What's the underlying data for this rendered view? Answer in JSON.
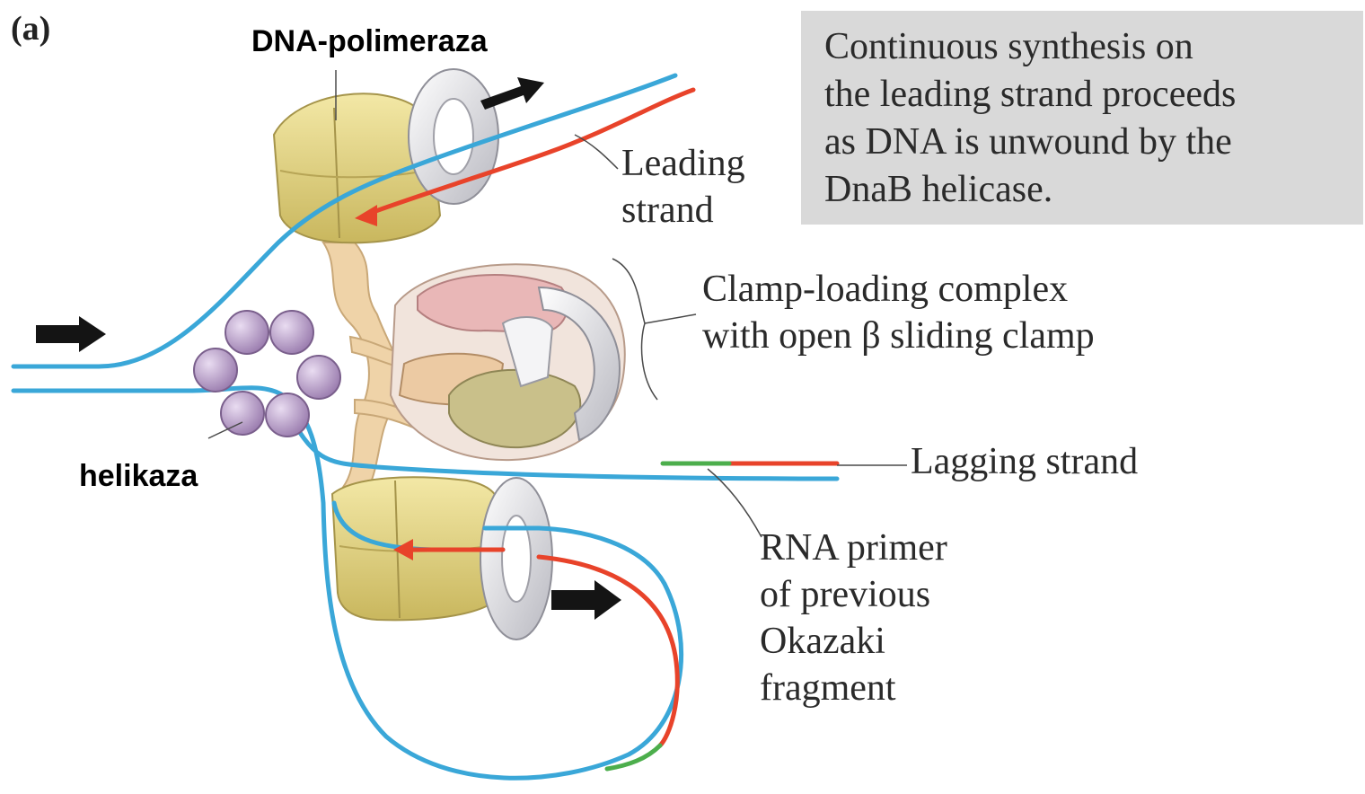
{
  "panel_letter": "(a)",
  "labels": {
    "dna_polymerase": "DNA-polimeraza",
    "helicase": "helikaza",
    "leading_strand": "Leading\nstrand",
    "clamp_loading": "Clamp-loading complex\nwith open β sliding clamp",
    "lagging_strand": "Lagging strand",
    "rna_primer": "RNA primer\nof previous\nOkazaki\nfragment"
  },
  "caption": "Continuous synthesis on\nthe leading strand proceeds\nas DNA is unwound by the\nDnaB helicase.",
  "colors": {
    "dna_strand": "#3aa7d8",
    "new_dna": "#e8432a",
    "rna_primer": "#4cae4c",
    "polymerase": "#e8d98a",
    "helicase": "#b79ac6",
    "clamp": "#e4e4e8",
    "caption_bg": "#d9d9d9"
  }
}
